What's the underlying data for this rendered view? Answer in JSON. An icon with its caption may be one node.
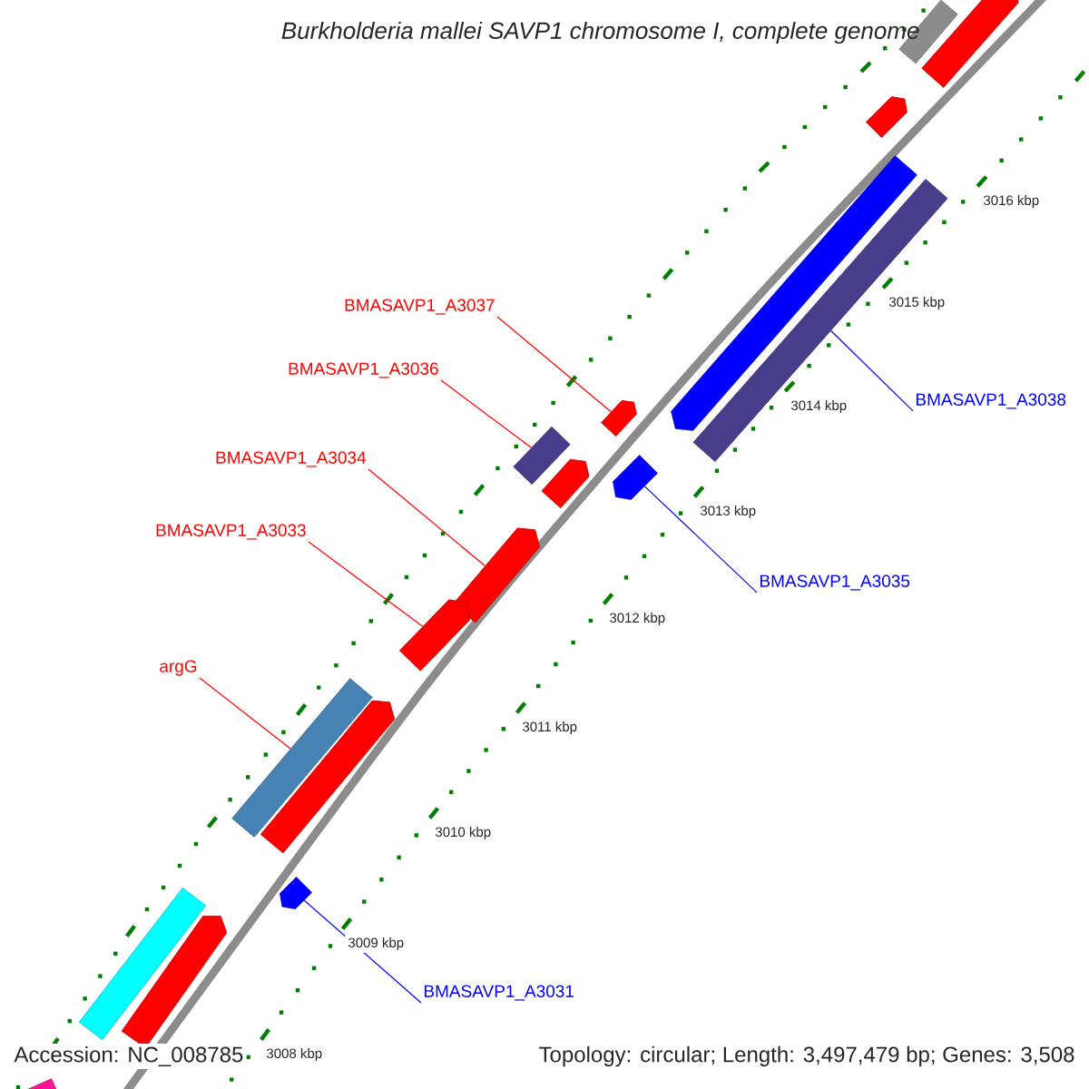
{
  "diagram": {
    "title": "Burkholderia mallei SAVP1 chromosome I, complete genome",
    "nodes": [
      {
        "text": [
          "BMASAVP1_A3037"
        ]
      },
      {
        "text": [
          "BMASAVP1_A3036"
        ]
      },
      {
        "text": [
          "BMASAVP1_A3038"
        ]
      },
      {
        "text": [
          "BMASAVP1_A3034"
        ]
      },
      {
        "text": [
          "BMASAVP1_A3035"
        ]
      },
      {
        "text": [
          "BMASAVP1_A3033"
        ]
      },
      {
        "text": [
          "argG"
        ]
      },
      {
        "text": [
          "BMASAVP1_A3031"
        ]
      },
      {
        "text": [],
        "shape": "bar"
      },
      {
        "text": [],
        "shape": "bar"
      },
      {
        "text": [],
        "shape": "bar"
      },
      {
        "text": [],
        "shape": "bar"
      },
      {
        "text": [],
        "shape": "bar"
      },
      {
        "text": [],
        "shape": "bar"
      },
      {
        "text": [],
        "shape": "bar"
      },
      {
        "text": [],
        "shape": "bar"
      },
      {
        "text": [],
        "shape": "bar"
      },
      {
        "text": [],
        "shape": "bar"
      },
      {
        "text": [],
        "shape": "bar"
      },
      {
        "text": [],
        "shape": "bar"
      },
      {
        "text": [],
        "shape": "bar"
      },
      {
        "text": [],
        "shape": "bar"
      },
      {
        "text": [],
        "shape": "bar"
      },
      {
        "text": [],
        "shape": "bar"
      },
      {
        "text": [],
        "shape": "bar"
      }
    ],
    "edges": [
      {
        "from": 0,
        "to": 13,
        "arrow": "none"
      },
      {
        "from": 1,
        "to": 14,
        "arrow": "none"
      },
      {
        "from": 2,
        "to": 12,
        "arrow": "none",
        "color": "#0000ff"
      },
      {
        "from": 3,
        "to": 17,
        "arrow": "none"
      },
      {
        "from": 4,
        "to": 15,
        "arrow": "none",
        "color": "#0000ff"
      },
      {
        "from": 5,
        "to": 18,
        "arrow": "none"
      },
      {
        "from": 6,
        "to": 19,
        "arrow": "none"
      },
      {
        "from": 7,
        "to": 21,
        "arrow": "none",
        "color": "#0000ff"
      }
    ],
    "labels": [
      "3016 kbp",
      "3015 kbp",
      "3014 kbp",
      "3013 kbp",
      "3012 kbp",
      "3011 kbp",
      "3010 kbp",
      "3009 kbp",
      "3008 kbp",
      "Accession: NC_008785",
      "Topology: circular; Length: 3,497,479 bp; Genes: 3,508"
    ]
  }
}
